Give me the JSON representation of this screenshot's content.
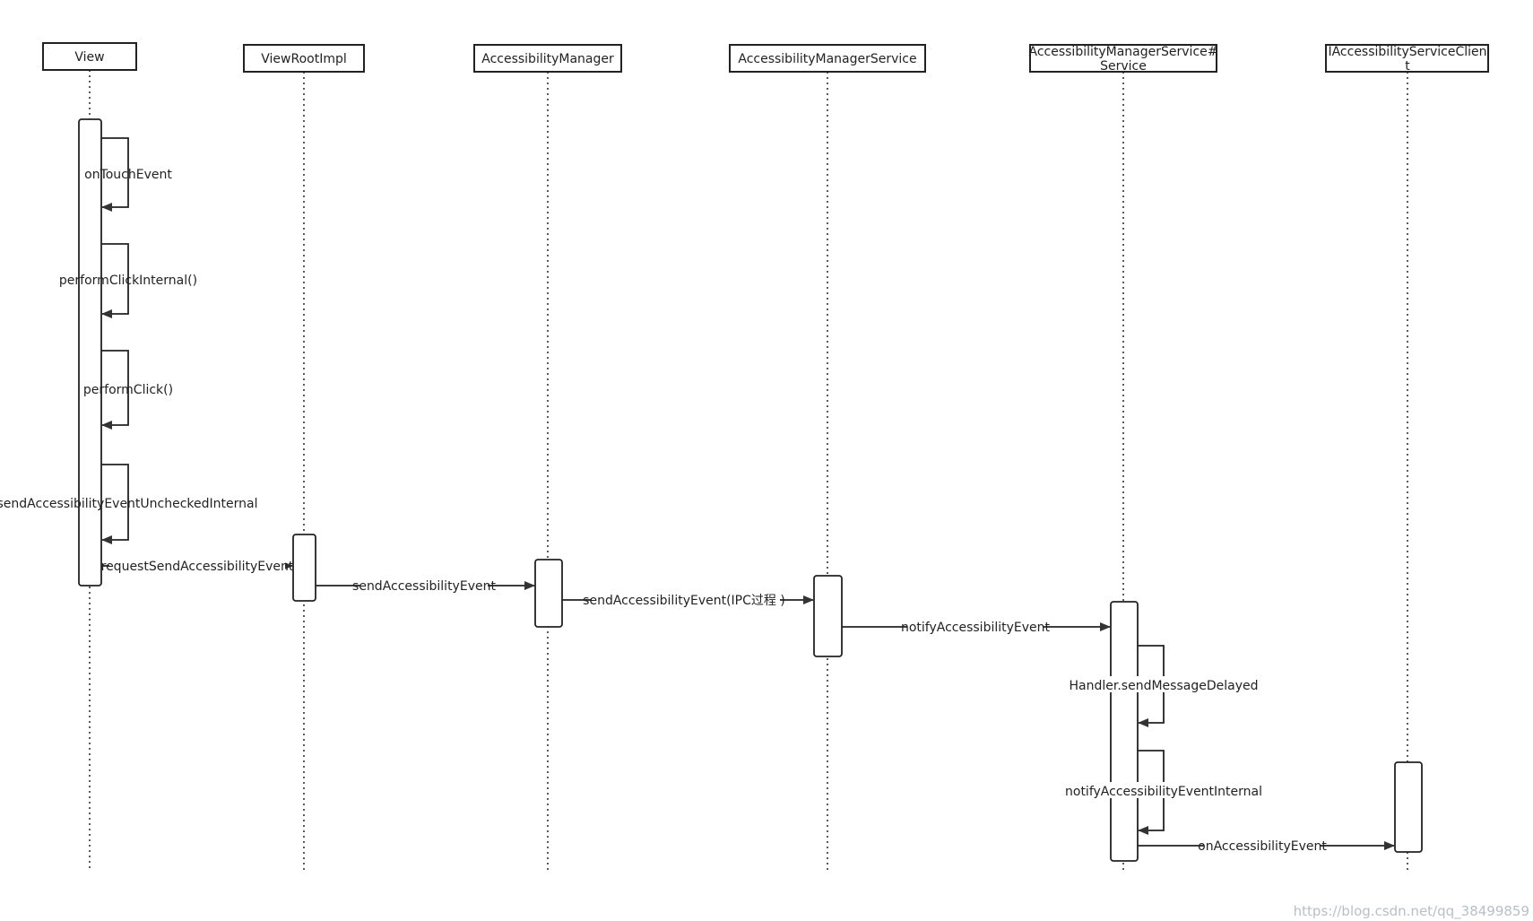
{
  "participants": [
    {
      "id": "view",
      "lines": [
        "View"
      ]
    },
    {
      "id": "viewroot",
      "lines": [
        "ViewRootImpl"
      ]
    },
    {
      "id": "am",
      "lines": [
        "AccessibilityManager"
      ]
    },
    {
      "id": "ams",
      "lines": [
        "AccessibilityManagerService"
      ]
    },
    {
      "id": "amss",
      "lines": [
        "AccessibilityManagerService#",
        "Service"
      ]
    },
    {
      "id": "client",
      "lines": [
        "IAccessibilityServiceClien",
        "t"
      ]
    }
  ],
  "messages": [
    {
      "label": "onTouchEvent",
      "from": "view",
      "to": "view",
      "type": "self"
    },
    {
      "label": "performClickInternal()",
      "from": "view",
      "to": "view",
      "type": "self"
    },
    {
      "label": "performClick()",
      "from": "view",
      "to": "view",
      "type": "self"
    },
    {
      "label": "sendAccessibilityEventUncheckedInternal",
      "from": "view",
      "to": "view",
      "type": "self"
    },
    {
      "label": "requestSendAccessibilityEvent",
      "from": "view",
      "to": "viewroot",
      "type": "call"
    },
    {
      "label": "sendAccessibilityEvent",
      "from": "viewroot",
      "to": "am",
      "type": "call"
    },
    {
      "label": "sendAccessibilityEvent(IPC过程 )",
      "from": "am",
      "to": "ams",
      "type": "call"
    },
    {
      "label": "notifyAccessibilityEvent",
      "from": "ams",
      "to": "amss",
      "type": "call"
    },
    {
      "label": "Handler.sendMessageDelayed",
      "from": "amss",
      "to": "amss",
      "type": "self"
    },
    {
      "label": "notifyAccessibilityEventInternal",
      "from": "amss",
      "to": "amss",
      "type": "self"
    },
    {
      "label": "onAccessibilityEvent",
      "from": "amss",
      "to": "client",
      "type": "call"
    }
  ],
  "watermark": "https://blog.csdn.net/qq_38499859"
}
